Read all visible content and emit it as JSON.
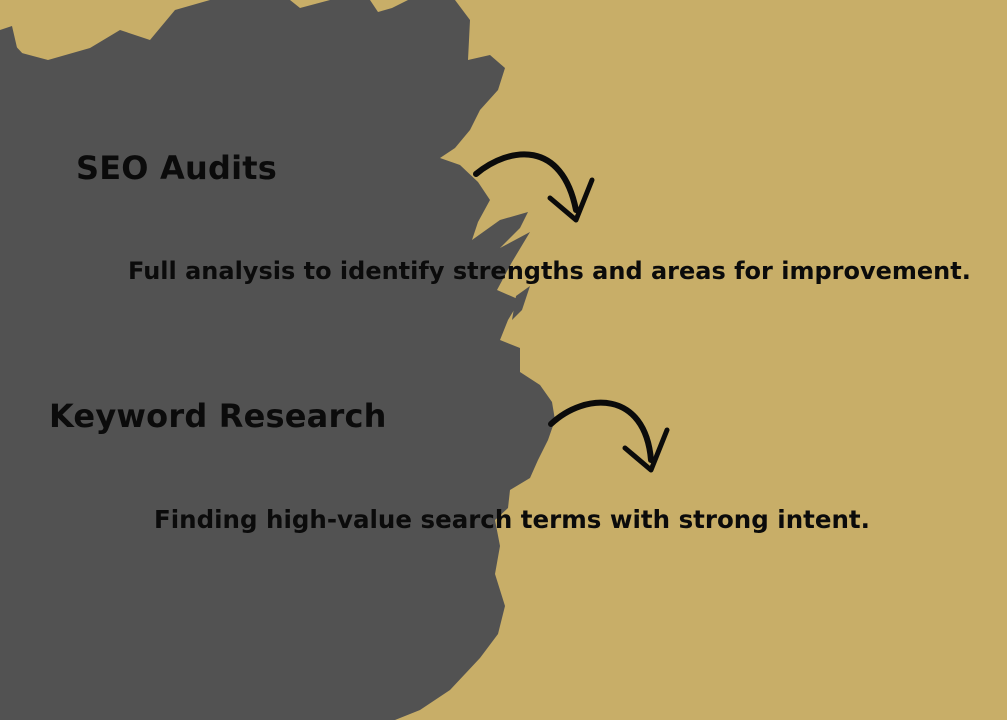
{
  "colors": {
    "background": "#c8ae68",
    "brush": "#525252",
    "text": "#0b0b0b",
    "arrow": "#0b0b0b"
  },
  "sections": [
    {
      "heading": "SEO Audits",
      "description": "Full analysis to identify strengths and areas for improvement.",
      "icon": "curved-arrow-icon"
    },
    {
      "heading": "Keyword Research",
      "description": "Finding high-value search terms with strong intent.",
      "icon": "curved-arrow-icon"
    }
  ]
}
